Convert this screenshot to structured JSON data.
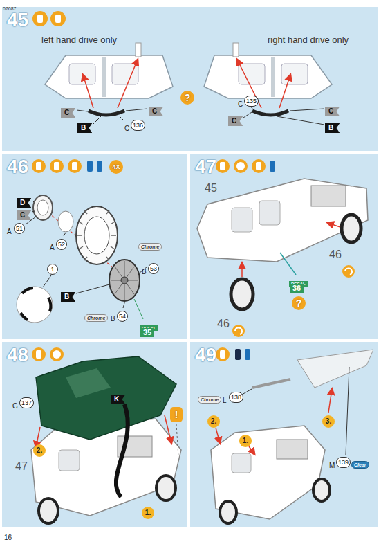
{
  "diagram": {
    "nodes": [
      {
        "text": [
          "45"
        ]
      },
      {
        "text": [
          "46"
        ]
      },
      {
        "text": [
          "47"
        ]
      },
      {
        "text": [
          "48"
        ]
      },
      {
        "text": [
          "49"
        ]
      }
    ],
    "labels": [
      "07687",
      "left hand drive only",
      "right hand drive only",
      "C",
      "C",
      "B",
      "C",
      "136",
      "?",
      "C",
      "135",
      "C",
      "C",
      "B",
      "4X",
      "D",
      "C",
      "A",
      "51",
      "A",
      "52",
      "1",
      "Chrome",
      "B",
      "53",
      "B",
      "Chrome",
      "B",
      "54",
      "DECAL",
      "35",
      "45",
      "DECAL",
      "36",
      "?",
      "46",
      "46",
      "G",
      "137",
      "K",
      "!",
      "2.",
      "47",
      "1.",
      "Chrome",
      "L",
      "138",
      "2.",
      "1.",
      "3.",
      "M",
      "139",
      "Clear",
      "16"
    ]
  }
}
